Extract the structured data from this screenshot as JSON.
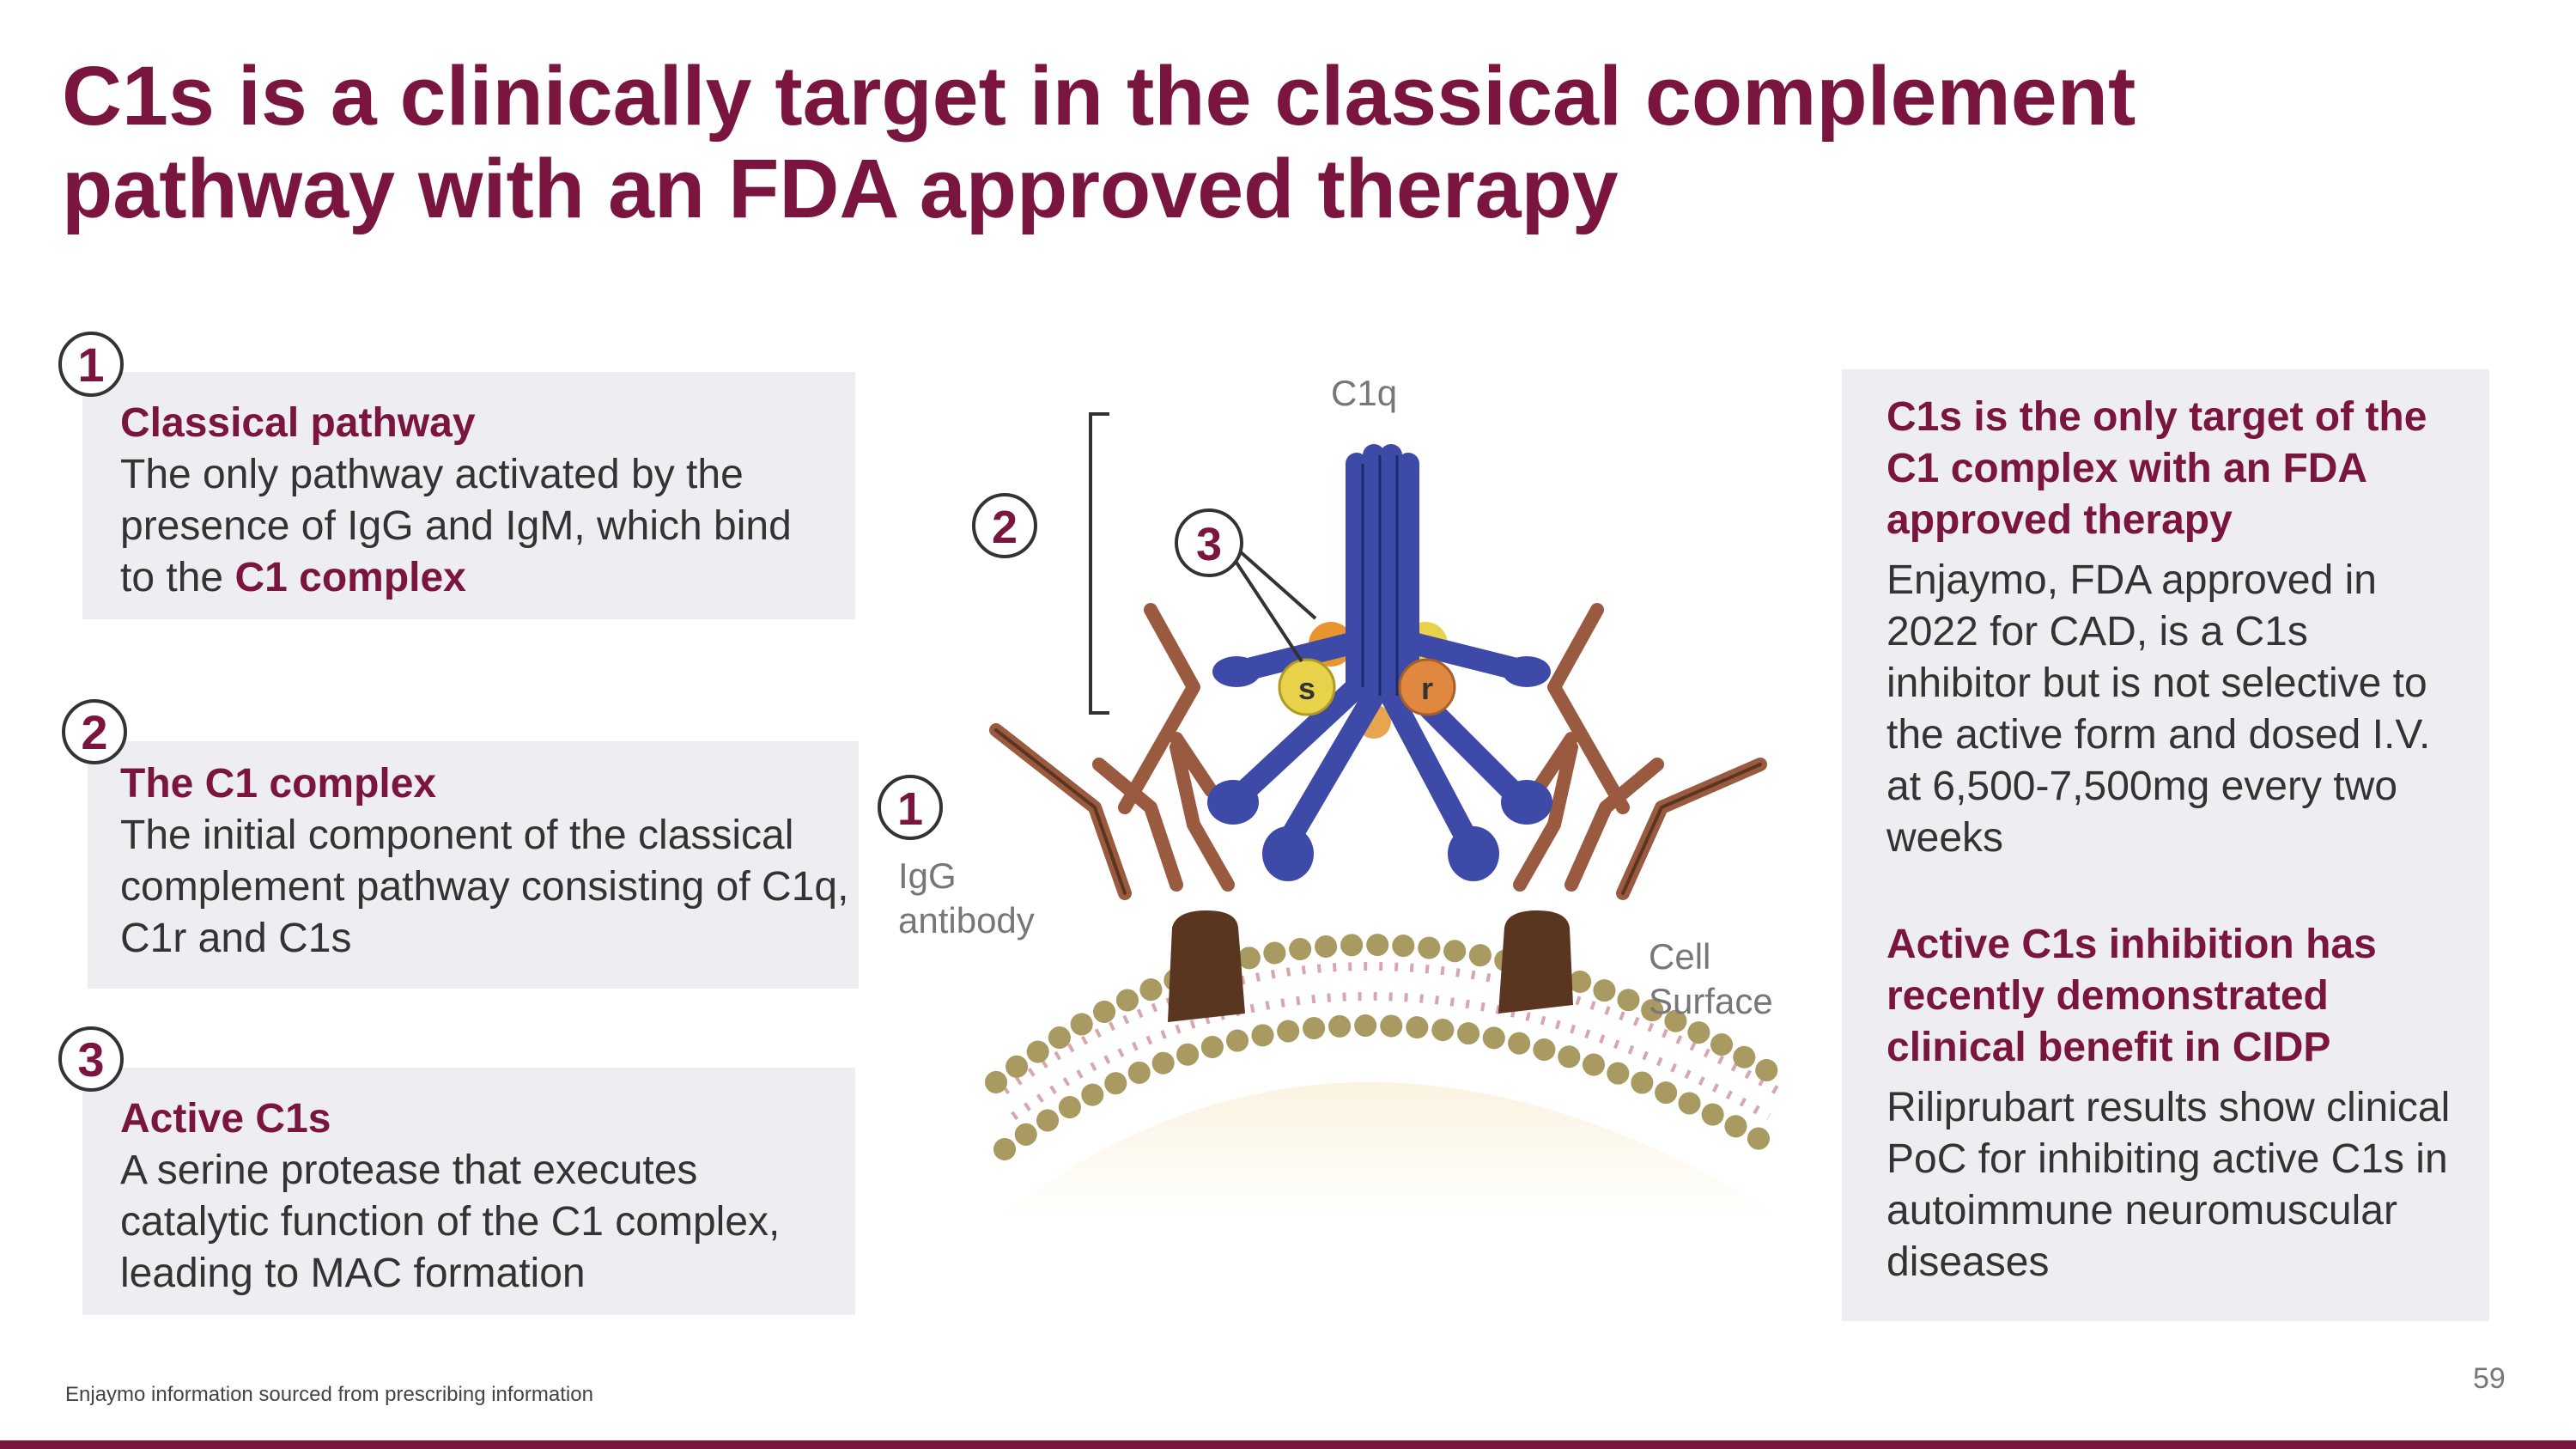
{
  "title": {
    "line1": "C1s is a clinically  target in the classical complement",
    "line2": "pathway with an FDA approved therapy"
  },
  "boxes": [
    {
      "number": "1",
      "heading": "Classical pathway",
      "body_pre": "The only pathway activated by the presence of IgG and IgM, which bind to the ",
      "body_bold": "C1 complex"
    },
    {
      "number": "2",
      "heading": "The C1 complex",
      "body": "The initial component of the classical complement pathway consisting of C1q, C1r and C1s"
    },
    {
      "number": "3",
      "heading": "Active C1s",
      "body": "A serine protease that executes catalytic function of the C1 complex, leading to MAC formation"
    }
  ],
  "diagram": {
    "c1q_label": "C1q",
    "igg_label_1": "IgG",
    "igg_label_2": "antibody",
    "cell_label_1": "Cell",
    "cell_label_2": "Surface",
    "badge_1": "1",
    "badge_2": "2",
    "badge_3": "3",
    "s_label": "s",
    "r_label": "r"
  },
  "right_panel": {
    "section1_heading": "C1s is the only target of the C1 complex with an FDA approved therapy",
    "section1_body": "Enjaymo, FDA approved in 2022 for CAD, is a C1s inhibitor but is not selective to the active form and dosed I.V. at 6,500-7,500mg every two weeks",
    "section2_heading": "Active C1s inhibition has recently demonstrated clinical benefit in CIDP",
    "section2_body": "Riliprubart results show clinical PoC for inhibiting active C1s in autoimmune neuromuscular diseases"
  },
  "footnote": "Enjaymo information sourced from prescribing information",
  "page_number": "59",
  "colors": {
    "accent": "#7a1540",
    "box_bg": "#ededf2",
    "c1q_blue": "#3d4aa8",
    "antibody_brown": "#9a5a40"
  }
}
